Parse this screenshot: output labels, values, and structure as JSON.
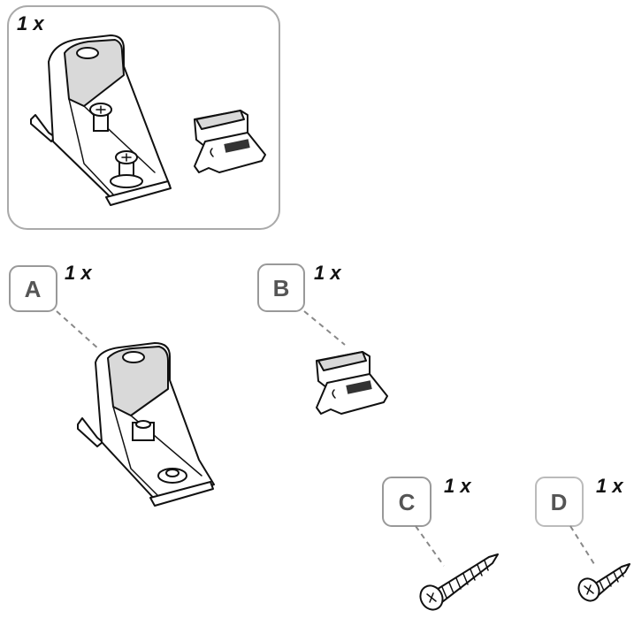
{
  "kit_box": {
    "quantity": "1 x"
  },
  "parts": [
    {
      "id": "A",
      "quantity": "1 x"
    },
    {
      "id": "B",
      "quantity": "1 x"
    },
    {
      "id": "C",
      "quantity": "1 x"
    },
    {
      "id": "D",
      "quantity": "1 x"
    }
  ],
  "colors": {
    "shade": "#d9d9d9",
    "badge_border": "#999999",
    "badge_text": "#555555"
  }
}
